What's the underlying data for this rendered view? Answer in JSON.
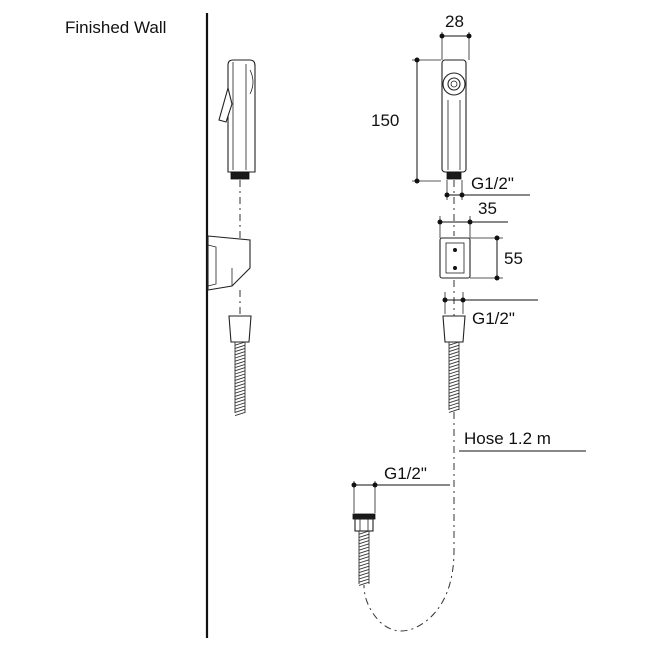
{
  "labels": {
    "finished_wall": "Finished Wall",
    "head_width": "28",
    "head_height": "150",
    "head_thread": "G1/2\"",
    "holder_width": "35",
    "holder_height": "55",
    "hose_top_thread": "G1/2\"",
    "hose_length": "Hose 1.2 m",
    "hose_end_thread": "G1/2\""
  }
}
